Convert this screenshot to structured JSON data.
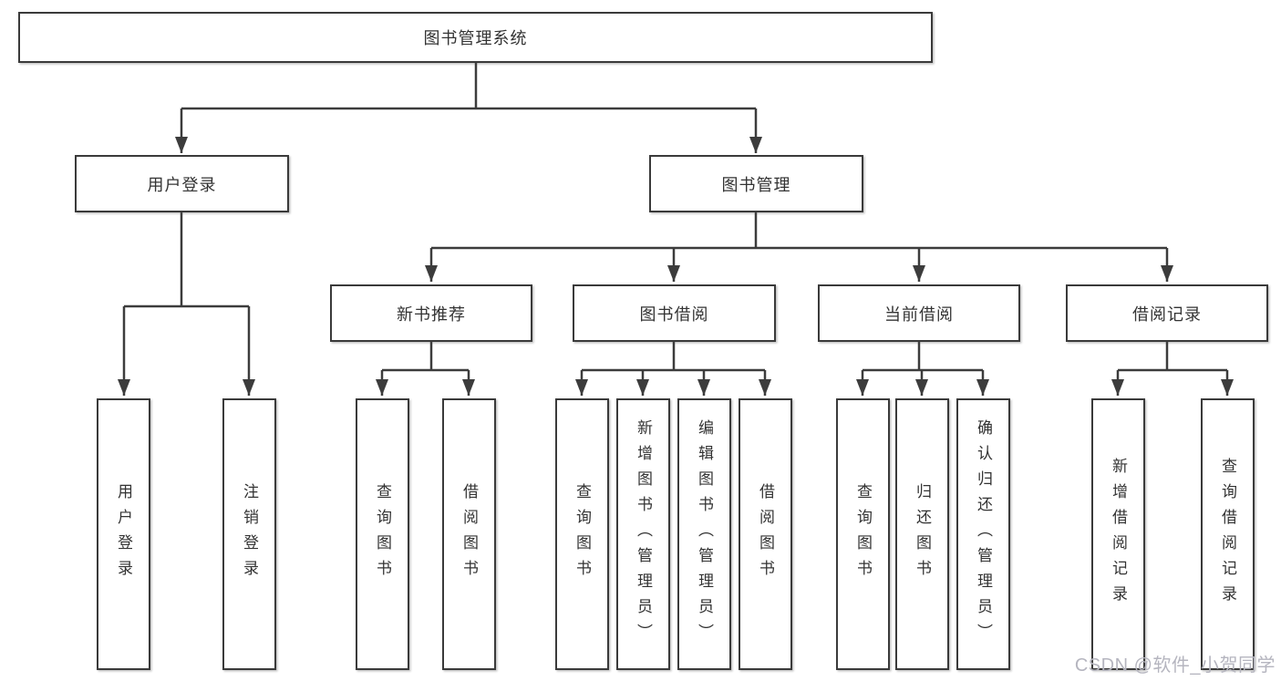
{
  "colors": {
    "background": "#ffffff",
    "box_fill": "#ffffff",
    "box_border": "#3a3a3a",
    "connector_line": "#3c3c3c",
    "text": "#333333",
    "watermark_text": "#b5b5bf"
  },
  "watermark": {
    "text": "CSDN @软件_小贺同学"
  },
  "tree": {
    "root": {
      "label": "图书管理系统"
    },
    "children": [
      {
        "label": "用户登录",
        "children": [
          {
            "label": "用户登录"
          },
          {
            "label": "注销登录"
          }
        ]
      },
      {
        "label": "图书管理",
        "children": [
          {
            "label": "新书推荐",
            "children": [
              {
                "label": "查询图书"
              },
              {
                "label": "借阅图书"
              }
            ]
          },
          {
            "label": "图书借阅",
            "children": [
              {
                "label": "查询图书"
              },
              {
                "label": "新增图书（管理员）"
              },
              {
                "label": "编辑图书（管理员）"
              },
              {
                "label": "借阅图书"
              }
            ]
          },
          {
            "label": "当前借阅",
            "children": [
              {
                "label": "查询图书"
              },
              {
                "label": "归还图书"
              },
              {
                "label": "确认归还（管理员）"
              }
            ]
          },
          {
            "label": "借阅记录",
            "children": [
              {
                "label": "新增借阅记录"
              },
              {
                "label": "查询借阅记录"
              }
            ]
          }
        ]
      }
    ]
  }
}
